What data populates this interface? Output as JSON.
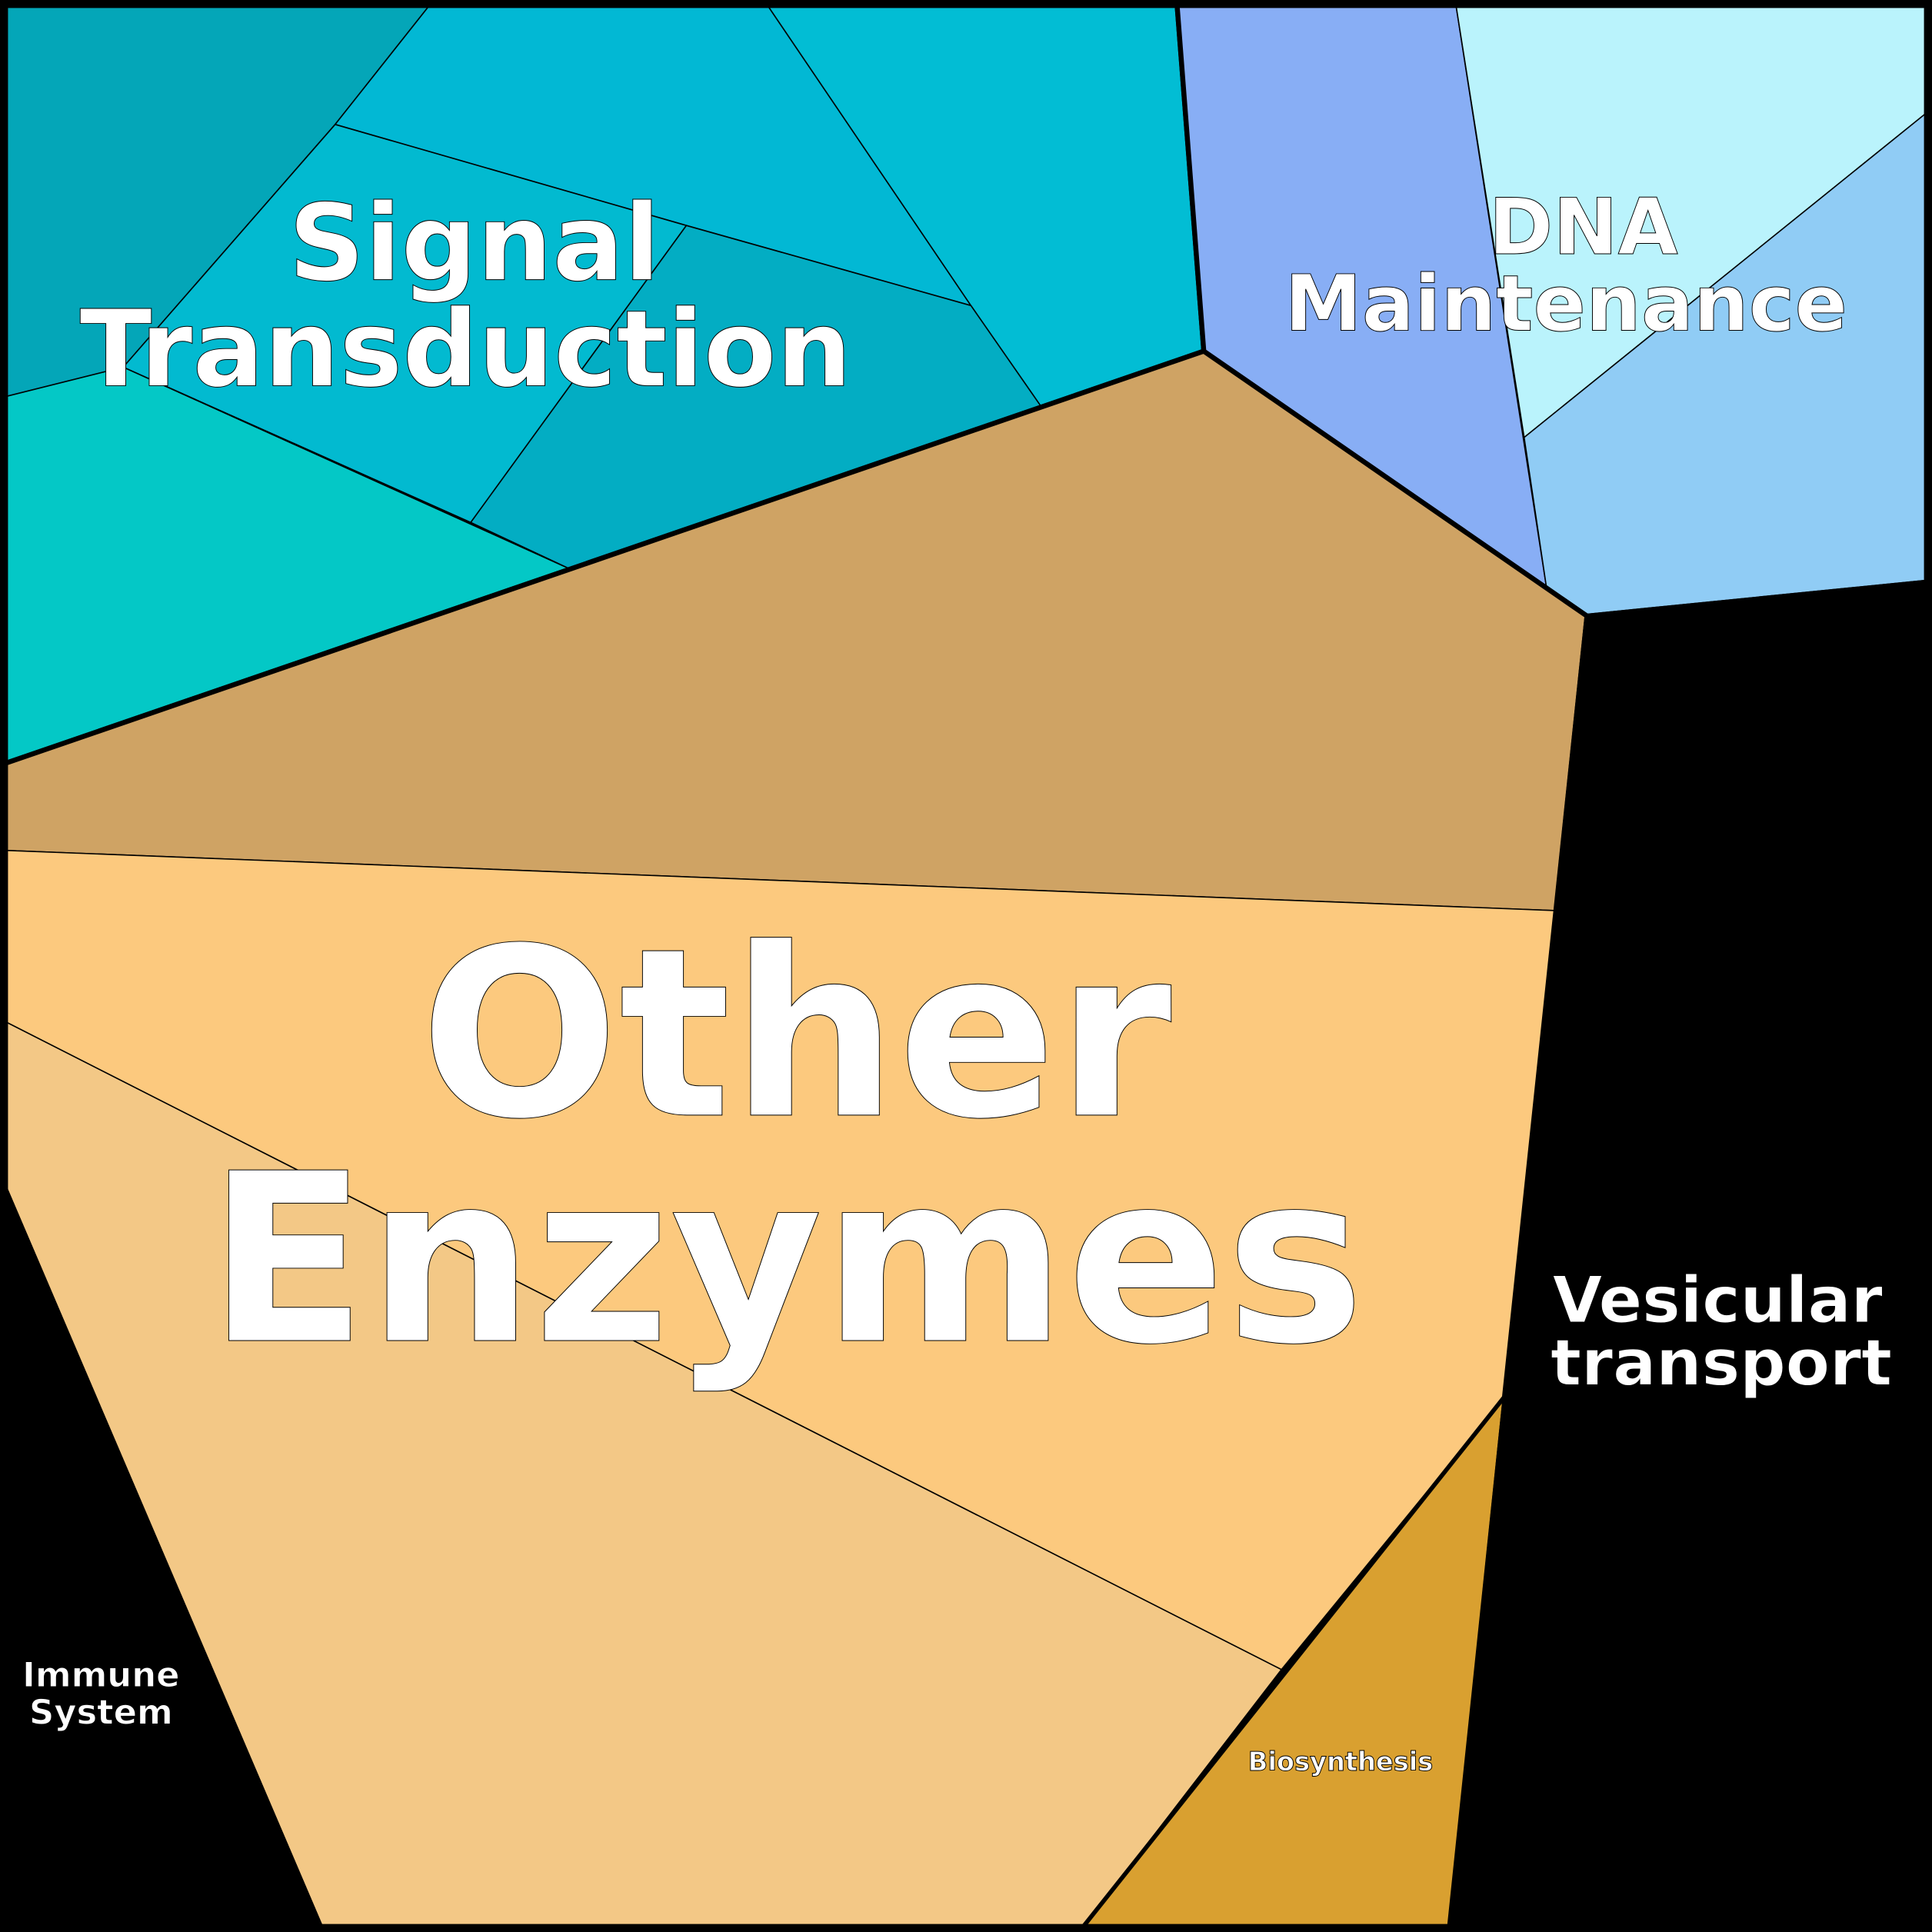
{
  "title_regions": {
    "signal": "Signal Transduction",
    "dna": "DNA Maintenance",
    "enzymes": "Other Enzymes",
    "vesicular": "Vesicular transport",
    "immune": "Immune System",
    "biosynthesis": "Biosynthesis"
  },
  "labels": {
    "signal_l1": "Signal",
    "signal_l2": "Transduction",
    "dna_l1": "DNA",
    "dna_l2": "Maintenance",
    "enzymes_l1": "Other",
    "enzymes_l2": "Enzymes",
    "vesicular_l1": "Vesicular",
    "vesicular_l2": "transport",
    "immune_l1": "Immune",
    "immune_l2": "System",
    "biosynthesis": "Biosynthesis"
  },
  "colors": {
    "signal": [
      "#04a6b8",
      "#02b8d4",
      "#02bdd4",
      "#03adc3",
      "#02bad0",
      "#04c8c6"
    ],
    "dna": [
      "#88aef5",
      "#baf3fc",
      "#90ccf5"
    ],
    "enzymes": [
      "#cfa364",
      "#fcc97e",
      "#f3c886"
    ],
    "immune": "#b912ac",
    "biosynthesis": "#d9a030",
    "vesicular": "#c41f20"
  }
}
